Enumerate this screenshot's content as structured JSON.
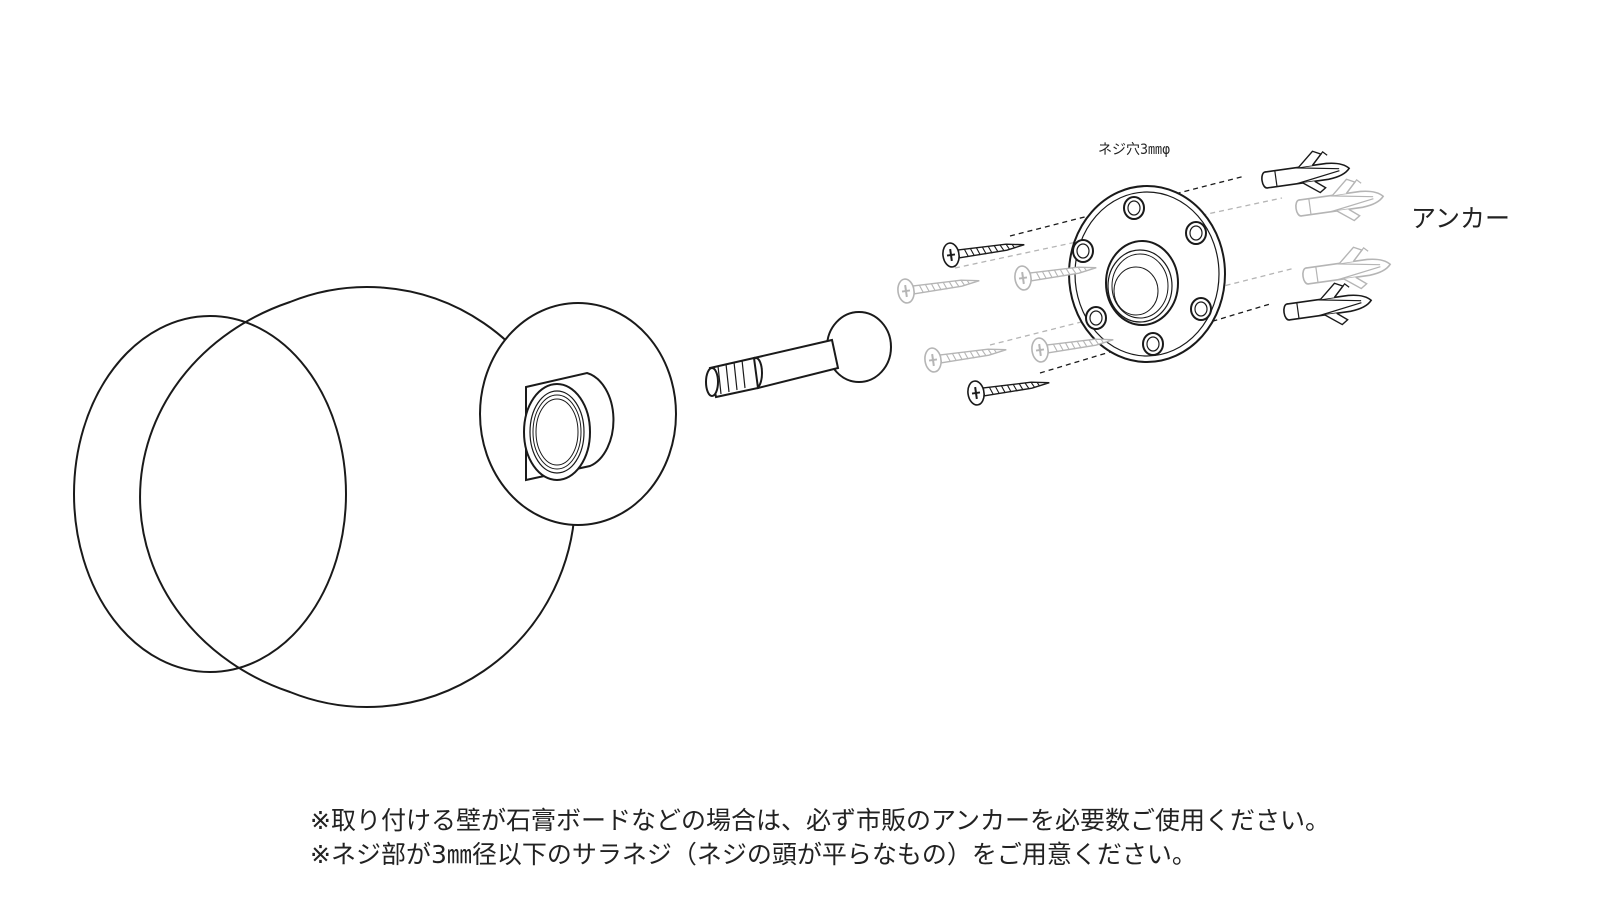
{
  "labels": {
    "screw_hole": "ネジ穴3㎜φ",
    "anchor": "アンカー"
  },
  "notes": [
    "※取り付ける壁が石膏ボードなどの場合は、必ず市販のアンカーを必要数ご使用ください。",
    "※ネジ部が3㎜径以下のサラネジ（ネジの頭が平らなもの）をご用意ください。"
  ],
  "colors": {
    "line": "#1a1a1a",
    "ghost": "#b5b5b5",
    "background": "#ffffff"
  },
  "icons": [
    "screw-icon",
    "anchor-icon"
  ]
}
